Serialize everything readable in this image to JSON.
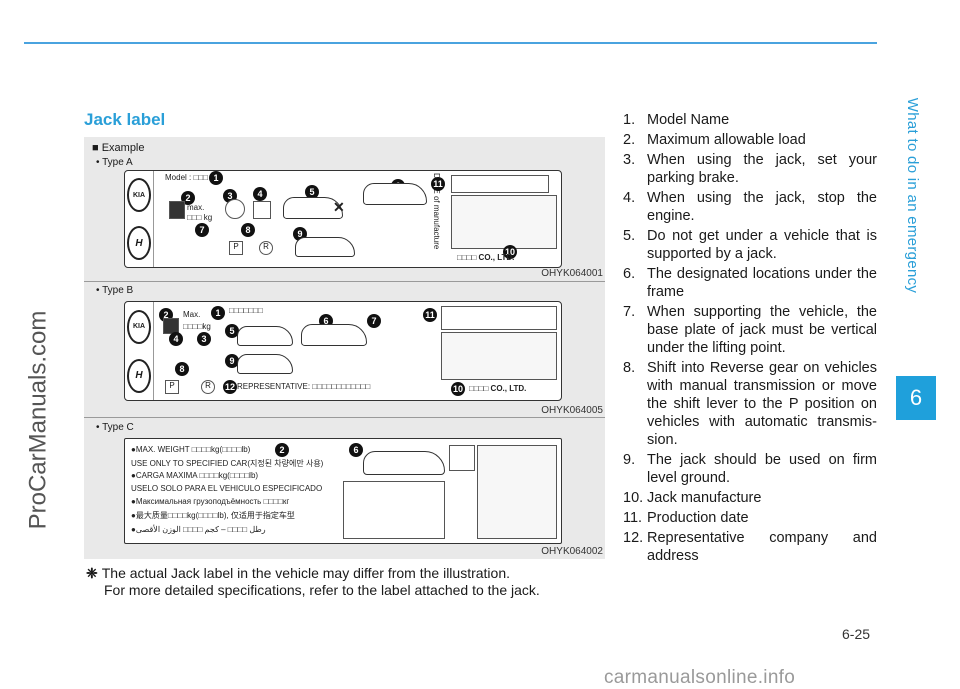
{
  "side_title": "What to do in an emergency",
  "chapter": "6",
  "watermark": "ProCarManuals.com",
  "section_title": "Jack label",
  "figure": {
    "example_label": "■ Example",
    "type_a": {
      "label": "• Type A",
      "code": "OHYK064001",
      "model_text": "Model : □□□",
      "max_text": "max.",
      "kg_text": "□□□ kg",
      "date_text": "DATE of manufacture",
      "company_text": "□□□□ CO., LTD."
    },
    "type_b": {
      "label": "• Type B",
      "code": "OHYK064005",
      "max_text": "Max.",
      "kg_text": "□□□□kg",
      "model_boxes": "□□□□□□□",
      "rep_text": "REPRESENTATIVE: □□□□□□□□□□□□",
      "company_text": "□□□□ CO., LTD."
    },
    "type_c": {
      "label": "• Type C",
      "code": "OHYK064002",
      "lines": [
        "●MAX. WEIGHT □□□□kg(□□□□lb)",
        "USE ONLY TO SPECIFIED CAR(지정된 차량에만 사용)",
        "●CARGA MAXIMA □□□□kg(□□□□lb)",
        "USELO SOLO PARA EL VEHICULO ESPECIFICADO",
        "●Максимальная грузоподъёмность □□□□кг",
        "●最大质量□□□□kg(□□□□lb), 仅适用于指定车型",
        "●رطل □□□□ – كجم □□□□ الوزن الأقصى"
      ]
    },
    "markers": [
      "1",
      "2",
      "3",
      "4",
      "5",
      "6",
      "7",
      "8",
      "9",
      "10",
      "11",
      "12"
    ]
  },
  "note": {
    "symbol": "❈",
    "line1": "The actual Jack label in the vehicle may differ from the illustration.",
    "line2": "For more detailed specifications, refer to the label attached to the jack."
  },
  "legend": [
    {
      "n": "1.",
      "t": "Model Name"
    },
    {
      "n": "2.",
      "t": "Maximum allowable load"
    },
    {
      "n": "3.",
      "t": "When using the jack, set your parking brake."
    },
    {
      "n": "4.",
      "t": "When using the jack, stop the engine."
    },
    {
      "n": "5.",
      "t": "Do not get under a vehicle that is supported by a jack."
    },
    {
      "n": "6.",
      "t": "The designated locations under the frame"
    },
    {
      "n": "7.",
      "t": "When supporting the vehicle, the base plate of jack must be vertical under the lifting point."
    },
    {
      "n": "8.",
      "t": "Shift into Reverse gear on vehicles with manual transmission or move the shift lever to the P position on vehicles with automatic transmis- sion."
    },
    {
      "n": "9.",
      "t": "The jack should be used on firm level ground."
    },
    {
      "n": "10.",
      "t": "Jack manufacture"
    },
    {
      "n": "11.",
      "t": "Production date"
    },
    {
      "n": "12.",
      "t": "Representative company and address"
    }
  ],
  "page_number": "6-25",
  "footer_watermark": "carmanualsonline.info"
}
